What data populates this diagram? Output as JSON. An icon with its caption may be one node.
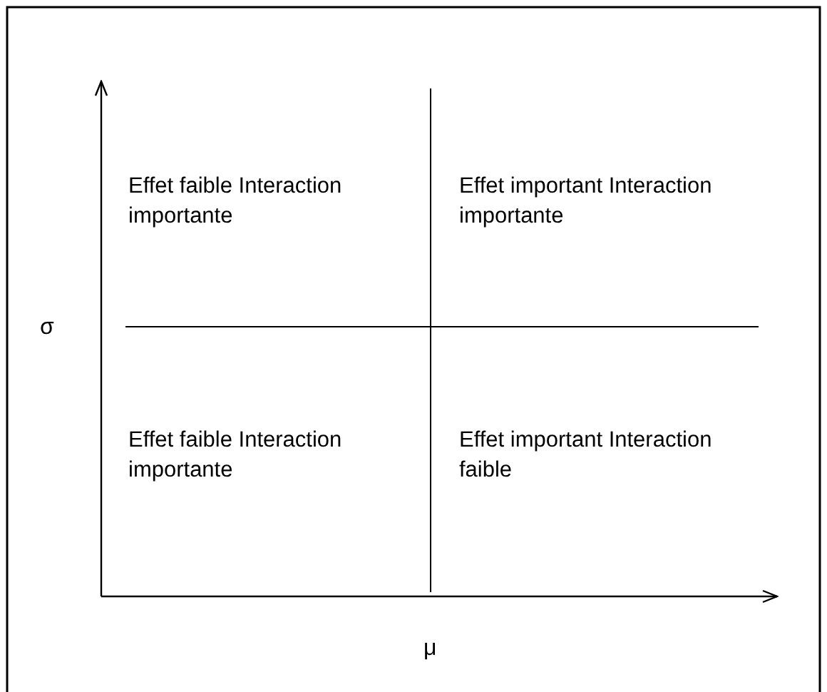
{
  "diagram": {
    "labels": [
      "Effet faible Interaction importante",
      "Effet important Interaction importante",
      "σ",
      "Effet faible Interaction importante",
      "Effet important Interaction faible",
      "μ"
    ]
  }
}
